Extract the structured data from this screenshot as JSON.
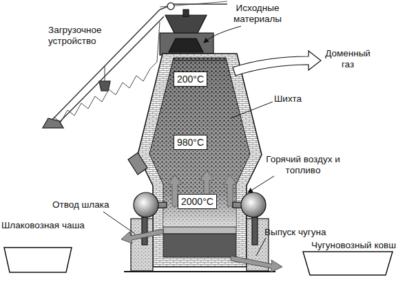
{
  "diagram": {
    "nodes": [
      {
        "text": [
          "200°C"
        ]
      },
      {
        "text": [
          "980°C"
        ]
      },
      {
        "text": [
          "2000°C"
        ]
      }
    ],
    "labels": [
      "Загрузочное устройство",
      "Исходные материалы",
      "Доменный газ",
      "Шихта",
      "Горячий воздух и топливо",
      "Отвод шлака",
      "Шлаковозная чаша",
      "Выпуск чугуна",
      "Чугуновозный ковш"
    ]
  }
}
